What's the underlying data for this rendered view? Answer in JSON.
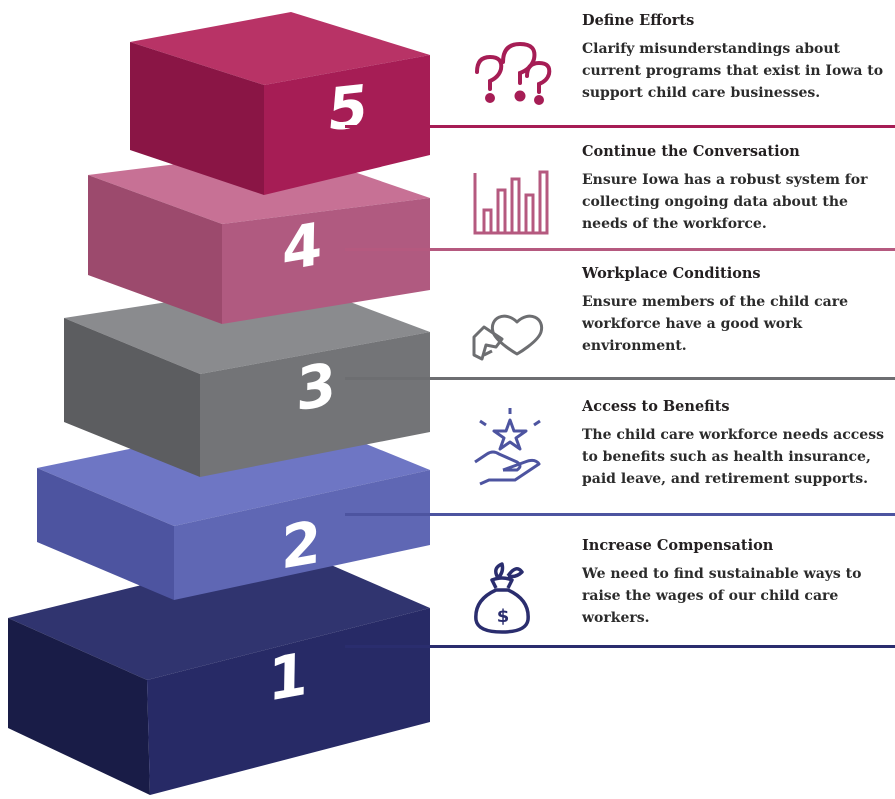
{
  "steps": [
    {
      "number": "1",
      "title": "Increase Compensation",
      "description": "We need to find sustainable ways to raise the wages of our child care workers.",
      "color": "#2a2d6e",
      "icon": "money-bag-icon"
    },
    {
      "number": "2",
      "title": "Access to Benefits",
      "description": "The child care workforce needs access to benefits such as health insurance, paid leave, and retirement supports.",
      "color": "#5c64b8",
      "icon": "star-in-hand-icon"
    },
    {
      "number": "3",
      "title": "Workplace Conditions",
      "description": "Ensure members of the child care workforce have a good work environment.",
      "color": "#6d6e71",
      "icon": "heart-in-hand-icon"
    },
    {
      "number": "4",
      "title": "Continue the Conversation",
      "description": "Ensure Iowa has a robust system for collecting ongoing data about the needs of the workforce.",
      "color": "#b5597f",
      "icon": "bar-chart-icon"
    },
    {
      "number": "5",
      "title": "Define Efforts",
      "description": "Clarify misunderstandings about current programs that exist in Iowa to support child care businesses.",
      "color": "#a61d55",
      "icon": "question-marks-icon"
    }
  ]
}
